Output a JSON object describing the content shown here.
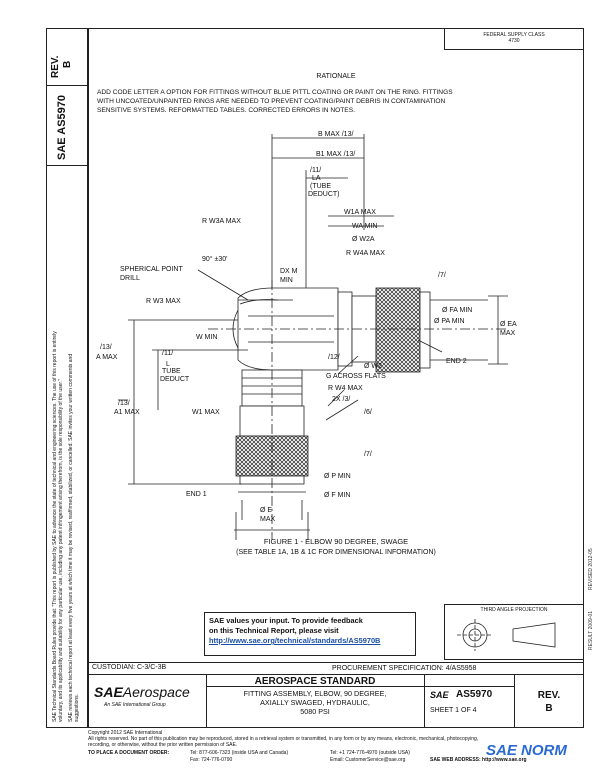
{
  "page": {
    "top_right_box": [
      "FEDERAL SUPPLY CLASS",
      "4730"
    ],
    "rev_label": "REV.",
    "rev_value": "B",
    "doc_number": "AS5970",
    "sae_mark": "SAE",
    "rationale_title": "RATIONALE",
    "rationale_text": [
      "ADD CODE LETTER A OPTION FOR FITTINGS WITHOUT BLUE PITTL COATING OR PAINT ON THE RING. FITTINGS",
      "WITH UNCOATED/UNPAINTED RINGS ARE NEEDED TO PREVENT COATING/PAINT DEBRIS IN CONTAMINATION",
      "SENSITIVE SYSTEMS. REFORMATTED TABLES. CORRECTED ERRORS IN NOTES."
    ],
    "left_notice": [
      "SAE Technical Standards Board Rules provide that: \"This report is published by SAE to advance the state of technical and engineering sciences. The use of this report is entirely",
      "voluntary, and its applicability and suitability for any particular use, including any patent infringement arising therefrom, is the sole responsibility of the user.\"",
      "SAE reviews each technical report at least every five years at which time it may be revised, reaffirmed, stabilized, or cancelled. SAE invites your written comments and",
      "suggestions."
    ],
    "right_margin_text": "RESULT 2009-01",
    "right_margin_text2": "REVISED 2012-05"
  },
  "drawing": {
    "labels": {
      "b_max": "B MAX /13/",
      "b1_max": "B1 MAX /13/",
      "la": "/11/",
      "la2": "LA",
      "la3": "(TUBE",
      "la4": "DEDUCT)",
      "r_w3a_max": "R W3A MAX",
      "w1a_max": "W1A MAX",
      "wa_min": "WA MIN",
      "w2a": "Ø W2A",
      "r_w4a_max": "R W4A MAX",
      "spherical": "SPHERICAL POINT",
      "drill": "DRILL",
      "angle": "90° ±30'",
      "dx_m": "DX M",
      "min": "MIN",
      "r_w3_max": "R W3 MAX",
      "tag7": "/7/",
      "fa_min": "Ø FA MIN",
      "pa_min": "Ø PA MIN",
      "ea": "Ø EA",
      "ea_max": "MAX",
      "w_min": "W MIN",
      "a_max": "/13/",
      "a_max2": "A MAX",
      "tube_11": "/11/",
      "tube_l": "L",
      "tube": "TUBE",
      "deduct": "DEDUCT",
      "tag12": "/12/",
      "w2": "Ø W2",
      "end2": "END 2",
      "g_flats": "G ACROSS FLATS",
      "r_w4_max": "R W4 MAX",
      "two_x": "2X /3/",
      "a1_13": "/13/",
      "a1_max": "A1 MAX",
      "w1_max": "W1 MAX",
      "tag6": "/6/",
      "tag7b": "/7/",
      "end1": "END 1",
      "p_min": "Ø P MIN",
      "f_min": "Ø F MIN",
      "e": "Ø E",
      "e_max": "MAX",
      "fig_title": "FIGURE 1 - ELBOW 90 DEGREE, SWAGE",
      "fig_sub": "(SEE TABLE 1A, 1B & 1C FOR DIMENSIONAL INFORMATION)"
    }
  },
  "feedback": {
    "line1": "SAE values your input. To provide feedback",
    "line2": "on this Technical Report, please visit",
    "url": "http://www.sae.org/technical/standards/AS5970B"
  },
  "projection_label": "THIRD ANGLE PROJECTION",
  "title_block": {
    "custodian": "CUSTODIAN: C-3/C-3B",
    "procurement": "PROCUREMENT SPECIFICATION: 4/AS5958",
    "brand": "SAE",
    "brand2": "Aerospace",
    "brand_sub": "An SAE International Group",
    "standard": "AEROSPACE STANDARD",
    "desc": [
      "FITTING ASSEMBLY, ELBOW, 90 DEGREE,",
      "AXIALLY SWAGED, HYDRAULIC,",
      "5080 PSI"
    ],
    "sae_small": "SAE",
    "doc": "AS5970",
    "sheet": "SHEET 1 OF 4",
    "rev_label": "REV.",
    "rev": "B"
  },
  "footer": {
    "copyright": "Copyright 2012 SAE International",
    "rights": "All rights reserved. No part of this publication may be reproduced, stored in a retrieval system or transmitted, in any form or by any means, electronic, mechanical, photocopying,",
    "rights2": "recording, or otherwise, without the prior written permission of SAE.",
    "order": "TO PLACE A DOCUMENT ORDER:",
    "tel": "Tel: 877-606-7323 (inside USA and Canada)",
    "tel2": "Tel: +1 724-776-4970 (outside USA)",
    "fax": "Fax: 724-776-0790",
    "email": "Email: CustomerService@sae.org",
    "web": "SAE WEB ADDRESS: http://www.sae.org",
    "watermark": "SAE NORM"
  }
}
